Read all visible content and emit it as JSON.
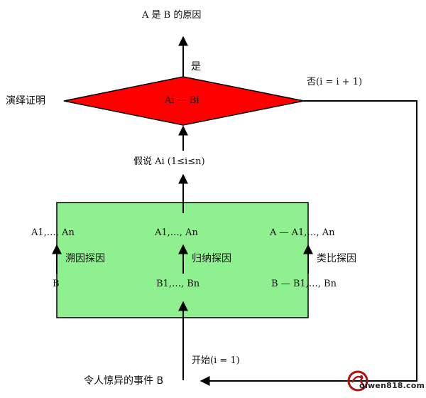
{
  "nodes": {
    "top_text": "A 是 B 的原因",
    "yes_label": "是",
    "no_label": "否(i = i + 1)",
    "deduction_label": "演绎证明",
    "diamond_text": "Ai — Bi",
    "hypothesis_label": "假说 Ai (1≤i≤n)",
    "col1_top": "A1,…, An",
    "col1_method": "溯因探因",
    "col1_bottom": "B",
    "col2_top": "A1,…, An",
    "col2_method": "归纳探因",
    "col2_bottom": "B1,…, Bn",
    "col3_top": "A — A1,…, An",
    "col3_method": "类比探因",
    "col3_bottom": "B — B1,…, Bn",
    "start_label": "开始(i = 1)",
    "event_label": "令人惊异的事件 B"
  },
  "colors": {
    "diamond_fill": "#ff0000",
    "box_fill": "#8ff08f",
    "line": "#000000"
  },
  "watermark": {
    "text": "qiwen818.com"
  }
}
